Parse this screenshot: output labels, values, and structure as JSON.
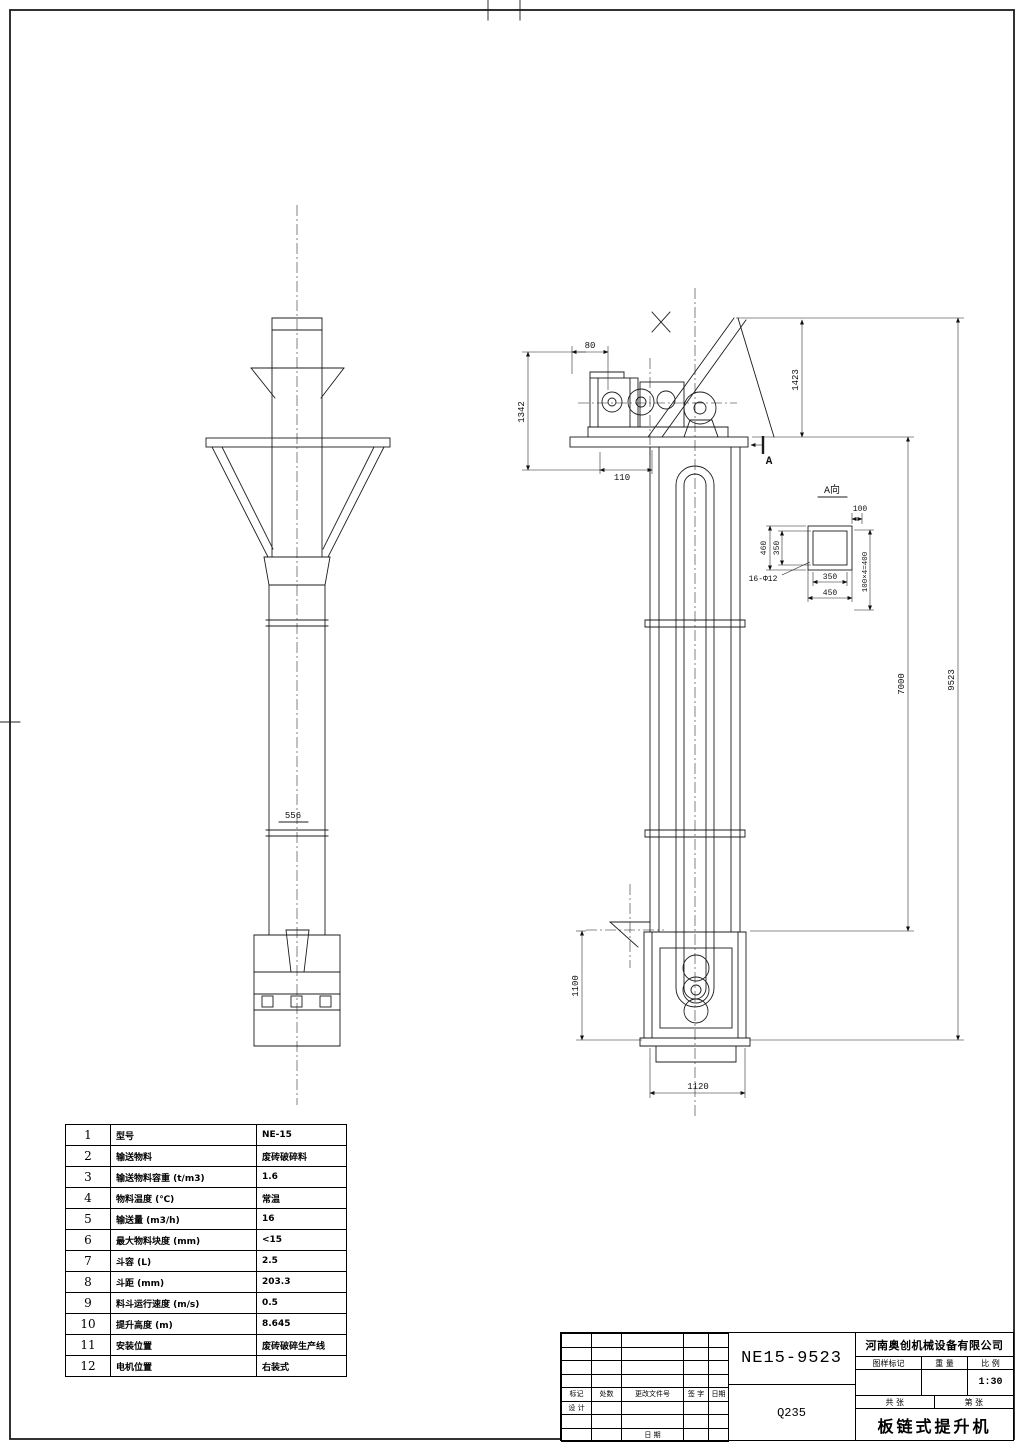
{
  "sheet": {
    "background": "#ffffff",
    "line_color": "#1c1c1c"
  },
  "views": {
    "front": {
      "dim_556": "556"
    },
    "side": {
      "dim_80": "80",
      "dim_1342": "1342",
      "dim_1423": "1423",
      "dim_110": "110",
      "dim_7000": "7000",
      "dim_9523": "9523",
      "dim_1100": "1100",
      "dim_1120": "1120",
      "section_label": "A"
    },
    "detail_a": {
      "title": "A向",
      "dim_100_top": "100",
      "dim_460": "460",
      "dim_350_left": "350",
      "bolt_note": "16-Φ12",
      "dim_350_bottom": "350",
      "dim_450": "450",
      "dim_100x4": "100×4=400"
    }
  },
  "parameter_table": {
    "rows": [
      {
        "no": "1",
        "name": "型号",
        "value": "NE-15"
      },
      {
        "no": "2",
        "name": "输送物料",
        "value": "废砖破碎料"
      },
      {
        "no": "3",
        "name": "输送物料容重 (t/m3)",
        "value": "1.6"
      },
      {
        "no": "4",
        "name": "物料温度 (℃)",
        "value": "常温"
      },
      {
        "no": "5",
        "name": "输送量 (m3/h)",
        "value": "16"
      },
      {
        "no": "6",
        "name": "最大物料块度 (mm)",
        "value": "<15"
      },
      {
        "no": "7",
        "name": "斗容 (L)",
        "value": "2.5"
      },
      {
        "no": "8",
        "name": "斗距 (mm)",
        "value": "203.3"
      },
      {
        "no": "9",
        "name": "料斗运行速度 (m/s)",
        "value": "0.5"
      },
      {
        "no": "10",
        "name": "提升高度 (m)",
        "value": "8.645"
      },
      {
        "no": "11",
        "name": "安装位置",
        "value": "废砖破碎生产线"
      },
      {
        "no": "12",
        "name": "电机位置",
        "value": "右装式"
      }
    ]
  },
  "title_block": {
    "drawing_number": "NE15-9523",
    "material": "Q235",
    "company": "河南奥创机械设备有限公司",
    "product_name": "板链式提升机",
    "labels": {
      "drawing_mark": "图样标记",
      "weight": "重 量",
      "scale": "比 例",
      "scale_value": "1:30",
      "sheets_total": "共 张",
      "sheet_no": "第 张",
      "date_bottom": "日 期"
    },
    "revision_grid": [
      [
        "",
        "",
        "",
        "",
        ""
      ],
      [
        "",
        "",
        "",
        "",
        ""
      ],
      [
        "",
        "",
        "",
        "",
        ""
      ],
      [
        "",
        "",
        "",
        "",
        ""
      ],
      [
        "标记",
        "处数",
        "更改文件号",
        "签 字",
        "日期"
      ],
      [
        "设 计",
        "",
        "",
        "",
        ""
      ],
      [
        "",
        "",
        "",
        "",
        ""
      ],
      [
        "",
        "",
        "日 期",
        "",
        ""
      ]
    ]
  }
}
